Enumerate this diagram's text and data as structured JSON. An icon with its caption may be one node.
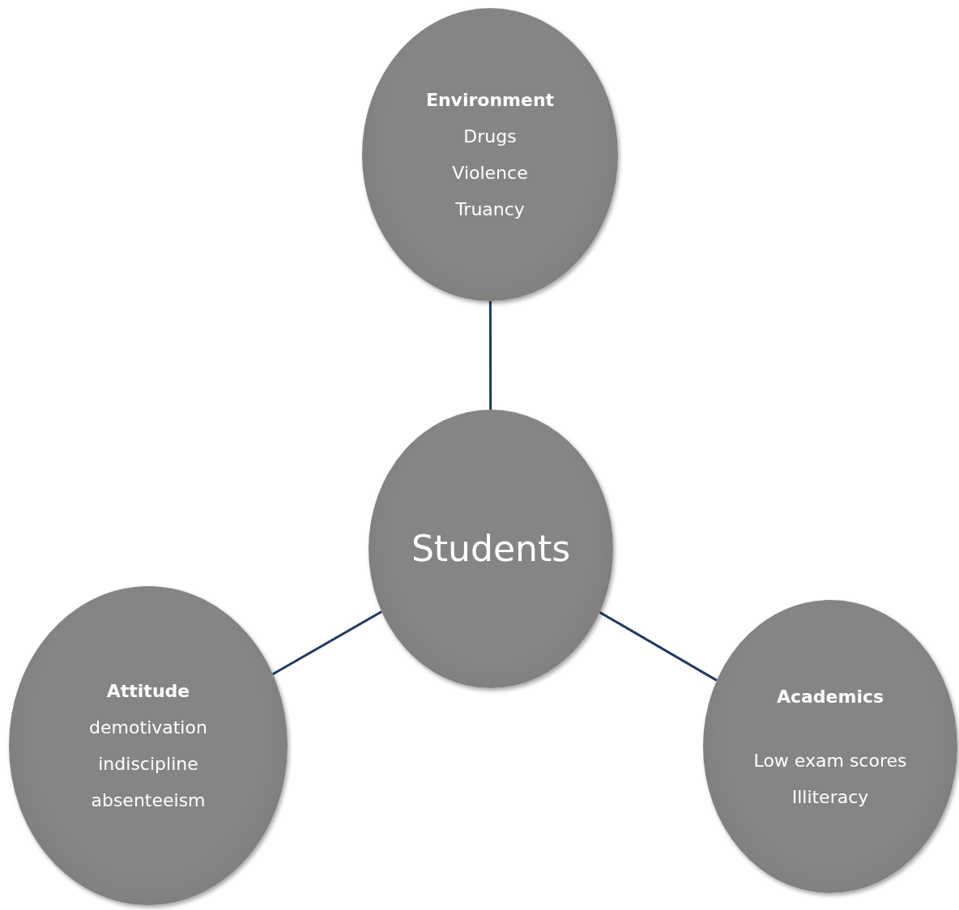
{
  "diagram": {
    "nodes": [
      {
        "text": [
          "Environment",
          "Drugs",
          "Violence",
          "Truancy"
        ]
      },
      {
        "text": [
          "Students"
        ]
      },
      {
        "text": [
          "Attitude",
          "demotivation",
          "indiscipline",
          "absenteeism"
        ]
      },
      {
        "text": [
          "Academics",
          "Low exam scores",
          "Illiteracy"
        ]
      }
    ],
    "edges": [
      {
        "from": 0,
        "to": 1,
        "arrow": "none"
      },
      {
        "from": 1,
        "to": 2,
        "arrow": "none"
      },
      {
        "from": 1,
        "to": 3,
        "arrow": "none"
      }
    ]
  }
}
